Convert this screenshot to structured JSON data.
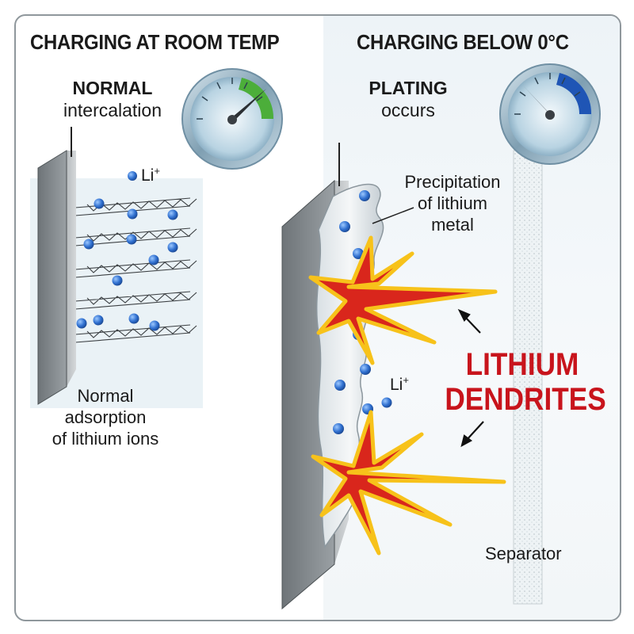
{
  "left_panel": {
    "heading": "CHARGING AT ROOM TEMP",
    "state_title": "NORMAL",
    "state_desc": "intercalation",
    "ion_label": "Li",
    "ion_superscript": "+",
    "caption_lines": [
      "Normal",
      "adsorption",
      "of lithium ions"
    ]
  },
  "right_panel": {
    "heading": "CHARGING BELOW 0°C",
    "state_title": "PLATING",
    "state_desc": "occurs",
    "precip_lines": [
      "Precipitation",
      "of lithium",
      "metal"
    ],
    "warning_lines": [
      "LITHIUM",
      "DENDRITES"
    ],
    "ion_label": "Li",
    "ion_superscript": "+",
    "separator_label": "Separator"
  },
  "colors": {
    "warning_red": "#c8141c",
    "ion_blue": "#2f6fcf",
    "gauge_green": "#4cae3a",
    "gauge_blue": "#1f55b5",
    "dendrite_red": "#d9261c",
    "dendrite_yellow": "#f7c21a"
  }
}
